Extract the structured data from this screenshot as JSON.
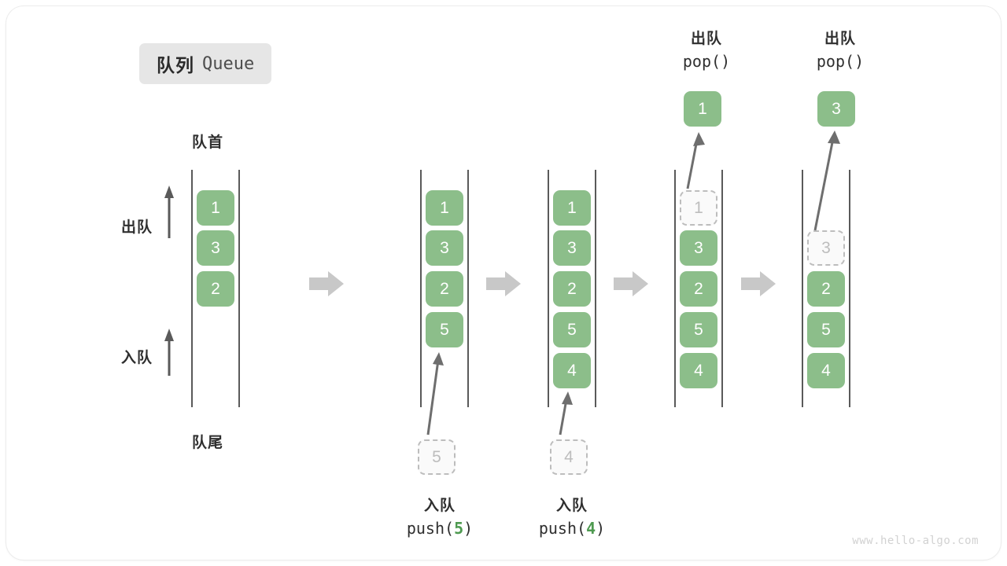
{
  "title": {
    "cn": "队列",
    "en": "Queue"
  },
  "labels": {
    "front": "队首",
    "rear": "队尾",
    "dequeue": "出队",
    "enqueue": "入队"
  },
  "watermark": "www.hello-algo.com",
  "colors": {
    "cell_fill": "#8cbe8a",
    "cell_text": "#ffffff",
    "ghost_fill": "#fafafa",
    "ghost_border": "#bdbdbd",
    "rail": "#5a5a5a",
    "accent_number": "#4e9a50",
    "separator": "#c8c8c8",
    "badge_bg": "#e6e6e6"
  },
  "stages": [
    {
      "name": "initial",
      "cells": [
        {
          "value": "1",
          "state": "solid"
        },
        {
          "value": "3",
          "state": "solid"
        },
        {
          "value": "2",
          "state": "solid"
        }
      ]
    },
    {
      "name": "after-push-5",
      "cells": [
        {
          "value": "1",
          "state": "solid"
        },
        {
          "value": "3",
          "state": "solid"
        },
        {
          "value": "2",
          "state": "solid"
        },
        {
          "value": "5",
          "state": "solid"
        }
      ],
      "incoming": {
        "value": "5",
        "state": "ghost"
      },
      "operation": {
        "cn": "入队",
        "call_prefix": "push(",
        "call_arg": "5",
        "call_suffix": ")"
      }
    },
    {
      "name": "after-push-4",
      "cells": [
        {
          "value": "1",
          "state": "solid"
        },
        {
          "value": "3",
          "state": "solid"
        },
        {
          "value": "2",
          "state": "solid"
        },
        {
          "value": "5",
          "state": "solid"
        },
        {
          "value": "4",
          "state": "solid"
        }
      ],
      "incoming": {
        "value": "4",
        "state": "ghost"
      },
      "operation": {
        "cn": "入队",
        "call_prefix": "push(",
        "call_arg": "4",
        "call_suffix": ")"
      }
    },
    {
      "name": "after-pop-1",
      "cells": [
        {
          "value": "1",
          "state": "ghost"
        },
        {
          "value": "3",
          "state": "solid"
        },
        {
          "value": "2",
          "state": "solid"
        },
        {
          "value": "5",
          "state": "solid"
        },
        {
          "value": "4",
          "state": "solid"
        }
      ],
      "popped": {
        "value": "1",
        "state": "solid"
      },
      "operation": {
        "cn": "出队",
        "call_prefix": "pop(",
        "call_arg": "",
        "call_suffix": ")"
      }
    },
    {
      "name": "after-pop-3",
      "cells": [
        {
          "value": "",
          "state": "empty"
        },
        {
          "value": "3",
          "state": "ghost"
        },
        {
          "value": "2",
          "state": "solid"
        },
        {
          "value": "5",
          "state": "solid"
        },
        {
          "value": "4",
          "state": "solid"
        }
      ],
      "popped": {
        "value": "3",
        "state": "solid"
      },
      "operation": {
        "cn": "出队",
        "call_prefix": "pop(",
        "call_arg": "",
        "call_suffix": ")"
      }
    }
  ]
}
